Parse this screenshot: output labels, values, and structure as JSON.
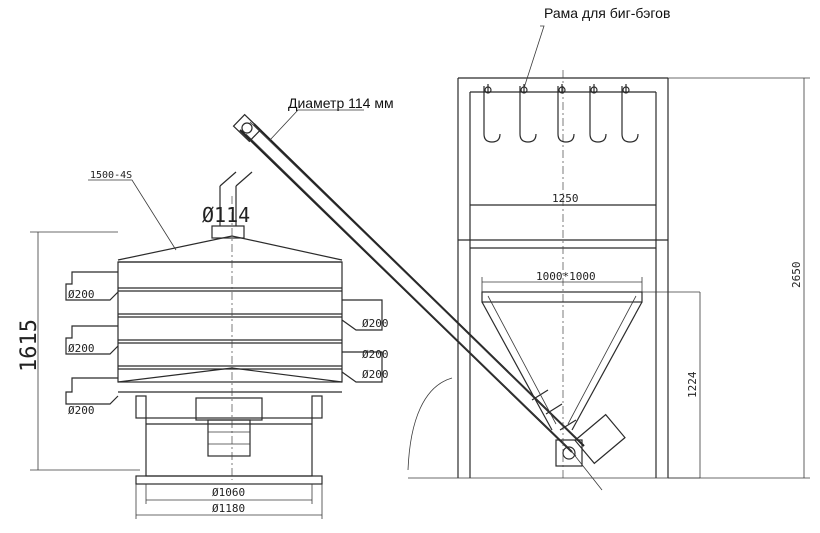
{
  "labels": {
    "bigbag_frame": "Рама для биг-бэгов",
    "pipe_diameter": "Диаметр 114 мм",
    "model": "1500-4S",
    "inlet": "Ø114",
    "height_sieve": "1615",
    "outlet_1": "Ø200",
    "outlet_2": "Ø200",
    "outlet_3": "Ø200",
    "outlet_4": "Ø200",
    "outlet_5": "Ø200",
    "outlet_6": "Ø200",
    "base_inner": "Ø1060",
    "base_outer": "Ø1180",
    "frame_width": "1250",
    "hopper_size": "1000*1000",
    "hopper_height": "1224",
    "frame_height": "2650"
  }
}
